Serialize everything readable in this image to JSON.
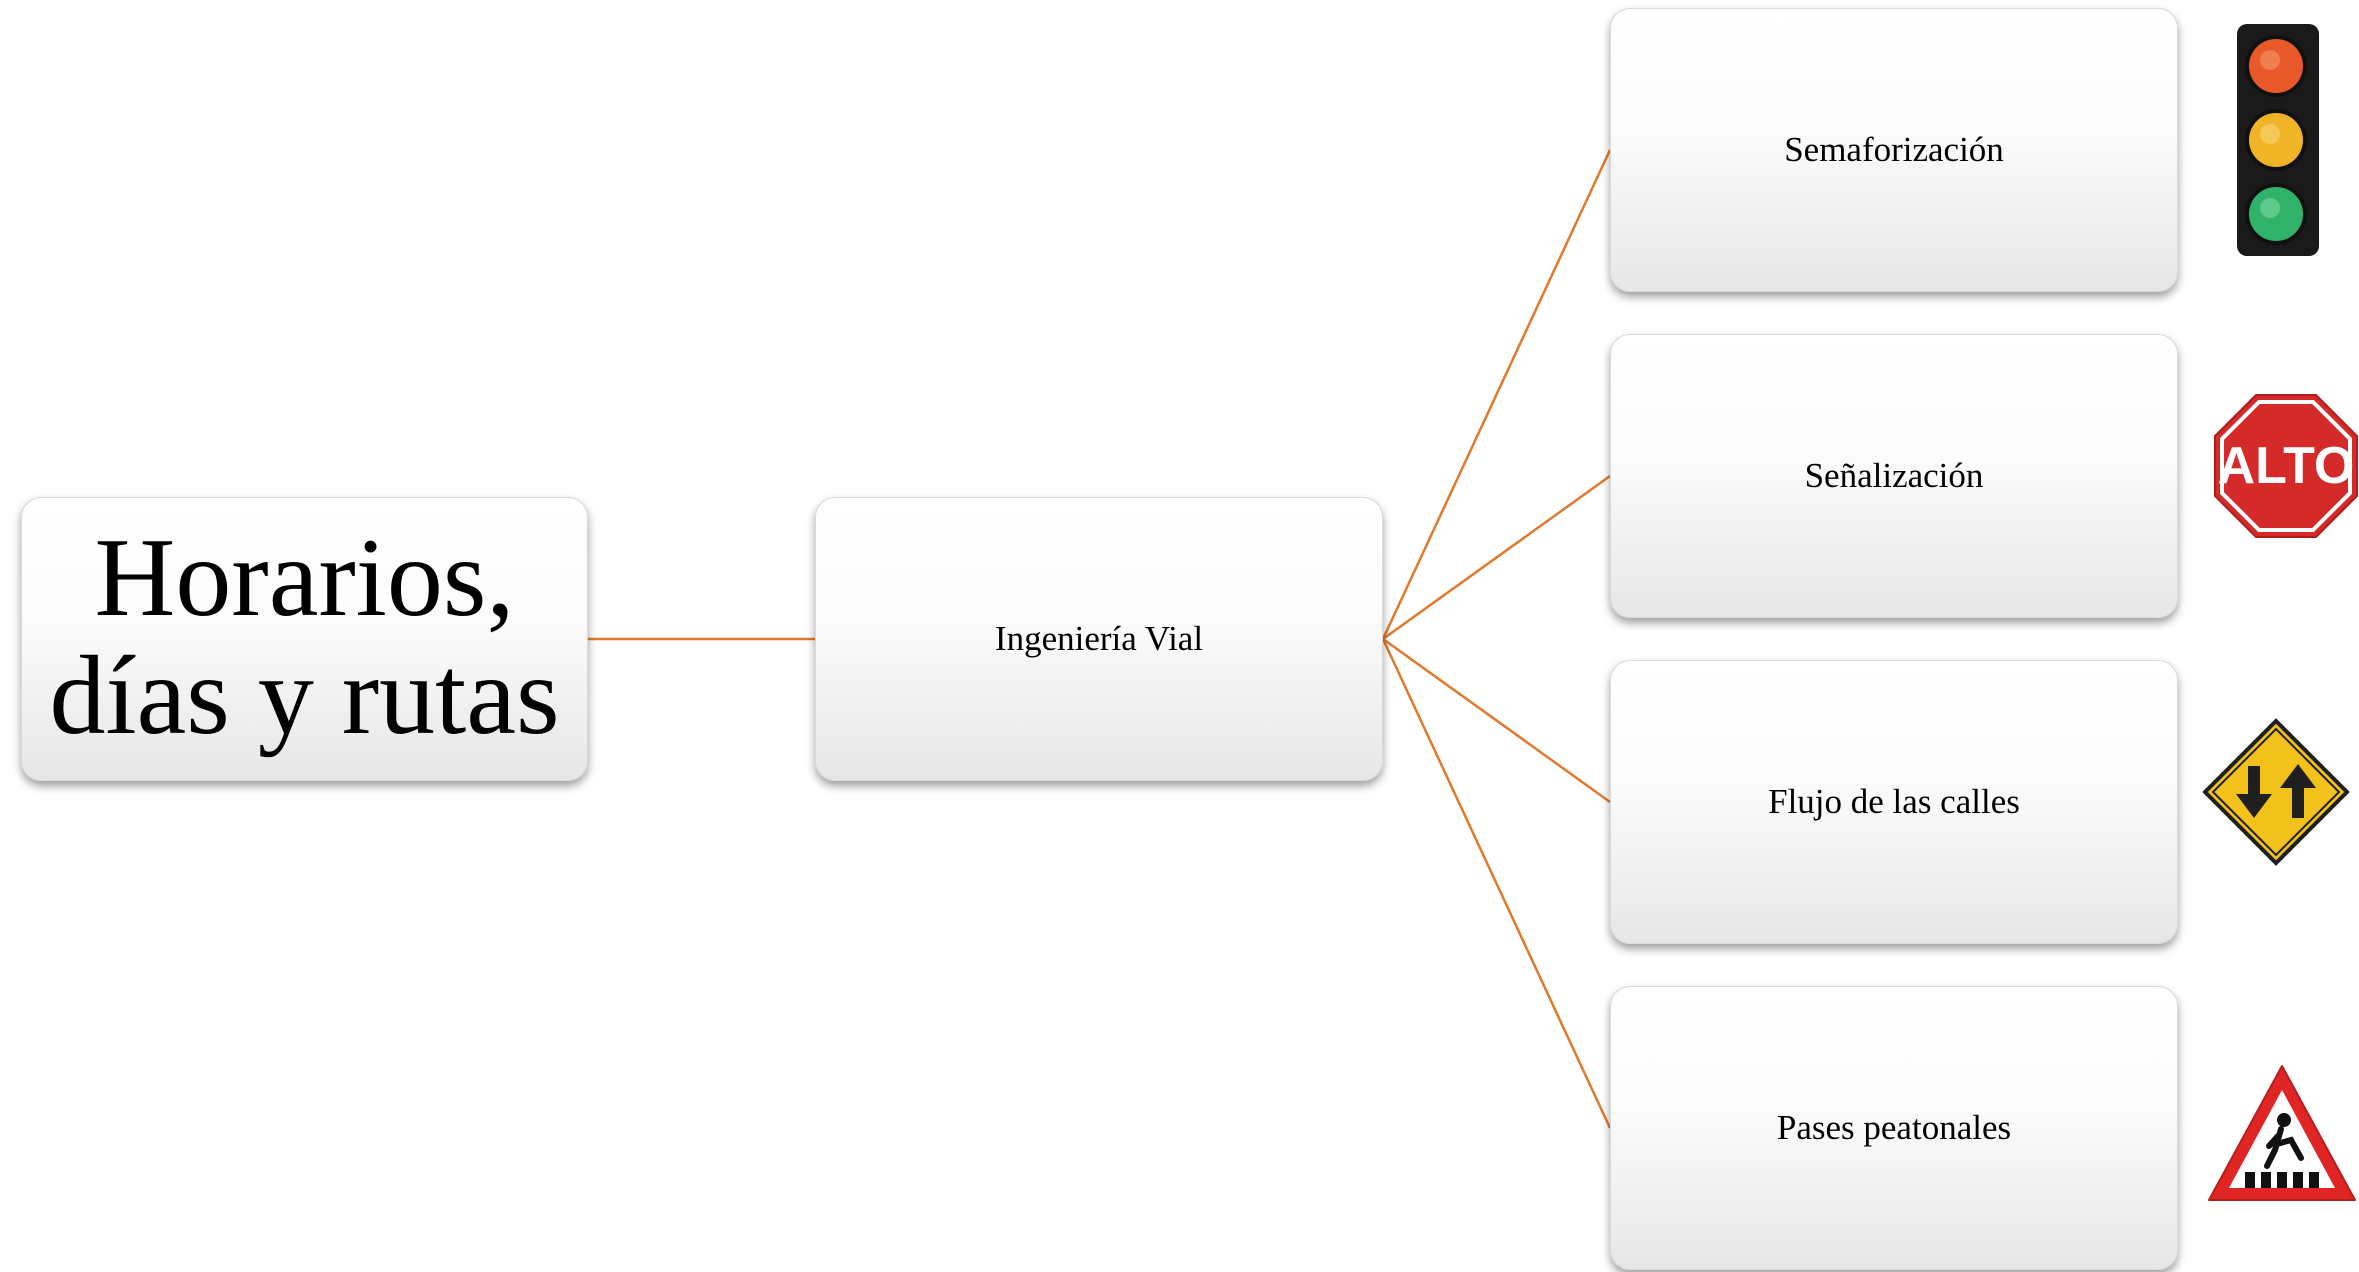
{
  "colors": {
    "connector": "#e07a2e",
    "box_fill_top": "#ffffff",
    "box_fill_bottom": "#e6e6e6"
  },
  "diagram": {
    "root": {
      "label": "Horarios, días y rutas"
    },
    "middle": {
      "label": "Ingeniería Vial"
    },
    "branches": [
      {
        "label": "Semaforización",
        "icon": "traffic-light-icon"
      },
      {
        "label": "Señalización",
        "icon": "stop-sign-icon",
        "icon_text": "ALTO"
      },
      {
        "label": "Flujo de las calles",
        "icon": "two-way-traffic-sign-icon"
      },
      {
        "label": "Pases peatonales",
        "icon": "pedestrian-crossing-sign-icon"
      }
    ]
  }
}
